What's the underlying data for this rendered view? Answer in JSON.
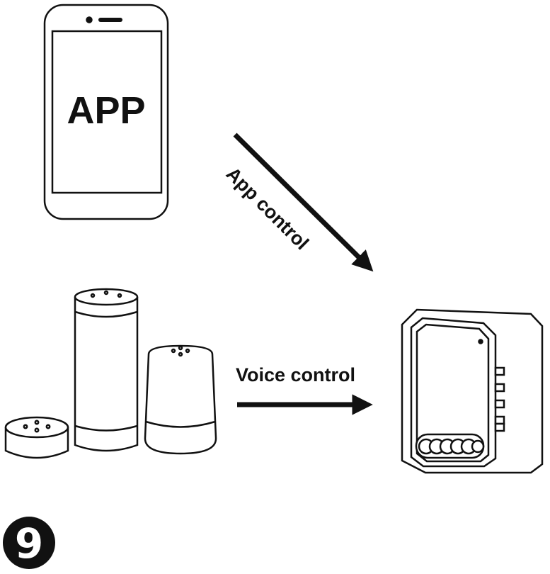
{
  "phone": {
    "screen_text": "APP"
  },
  "arrows": {
    "app_label": "App control",
    "voice_label": "Voice control"
  },
  "step": {
    "number": "9"
  },
  "colors": {
    "ink": "#111111",
    "background": "#ffffff"
  },
  "icons": [
    "smartphone-icon",
    "smart-speaker-puck-icon",
    "smart-speaker-tall-icon",
    "smart-speaker-round-icon",
    "relay-module-icon",
    "arrow-icon"
  ]
}
